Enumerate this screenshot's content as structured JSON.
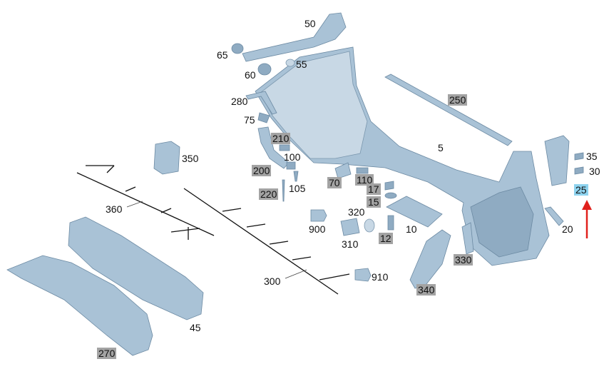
{
  "labels": {
    "p5": "5",
    "p10": "10",
    "p12": "12",
    "p15": "15",
    "p17": "17",
    "p20": "20",
    "p25": "25",
    "p30": "30",
    "p35": "35",
    "p45": "45",
    "p50": "50",
    "p55": "55",
    "p60": "60",
    "p65": "65",
    "p70": "70",
    "p75": "75",
    "p100": "100",
    "p105": "105",
    "p110": "110",
    "p200": "200",
    "p210": "210",
    "p220": "220",
    "p250": "250",
    "p270": "270",
    "p280": "280",
    "p300": "300",
    "p310": "310",
    "p320": "320",
    "p330": "330",
    "p340": "340",
    "p350": "350",
    "p360": "360",
    "p900": "900",
    "p910": "910"
  },
  "colors": {
    "part_fill": "#a9c2d6",
    "grey_label_bg": "#a3a3a3",
    "highlight_label_bg": "#8ed3ef",
    "arrow": "#e0201c"
  }
}
